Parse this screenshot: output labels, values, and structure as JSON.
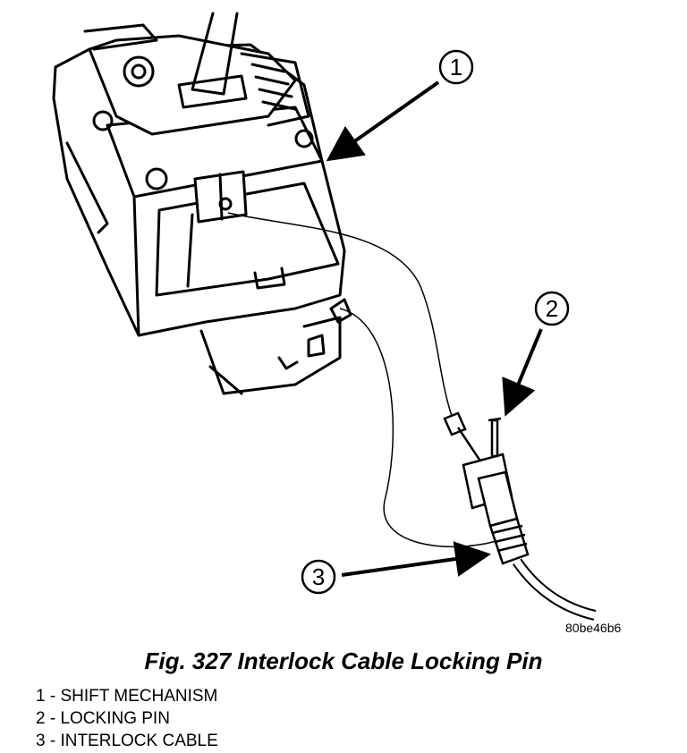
{
  "figure": {
    "caption": "Fig. 327 Interlock Cable Locking Pin",
    "reference_code": "80be46b6"
  },
  "callouts": [
    {
      "number": "1",
      "label": "1 - SHIFT MECHANISM"
    },
    {
      "number": "2",
      "label": "2 - LOCKING PIN"
    },
    {
      "number": "3",
      "label": "3 - INTERLOCK CABLE"
    }
  ]
}
